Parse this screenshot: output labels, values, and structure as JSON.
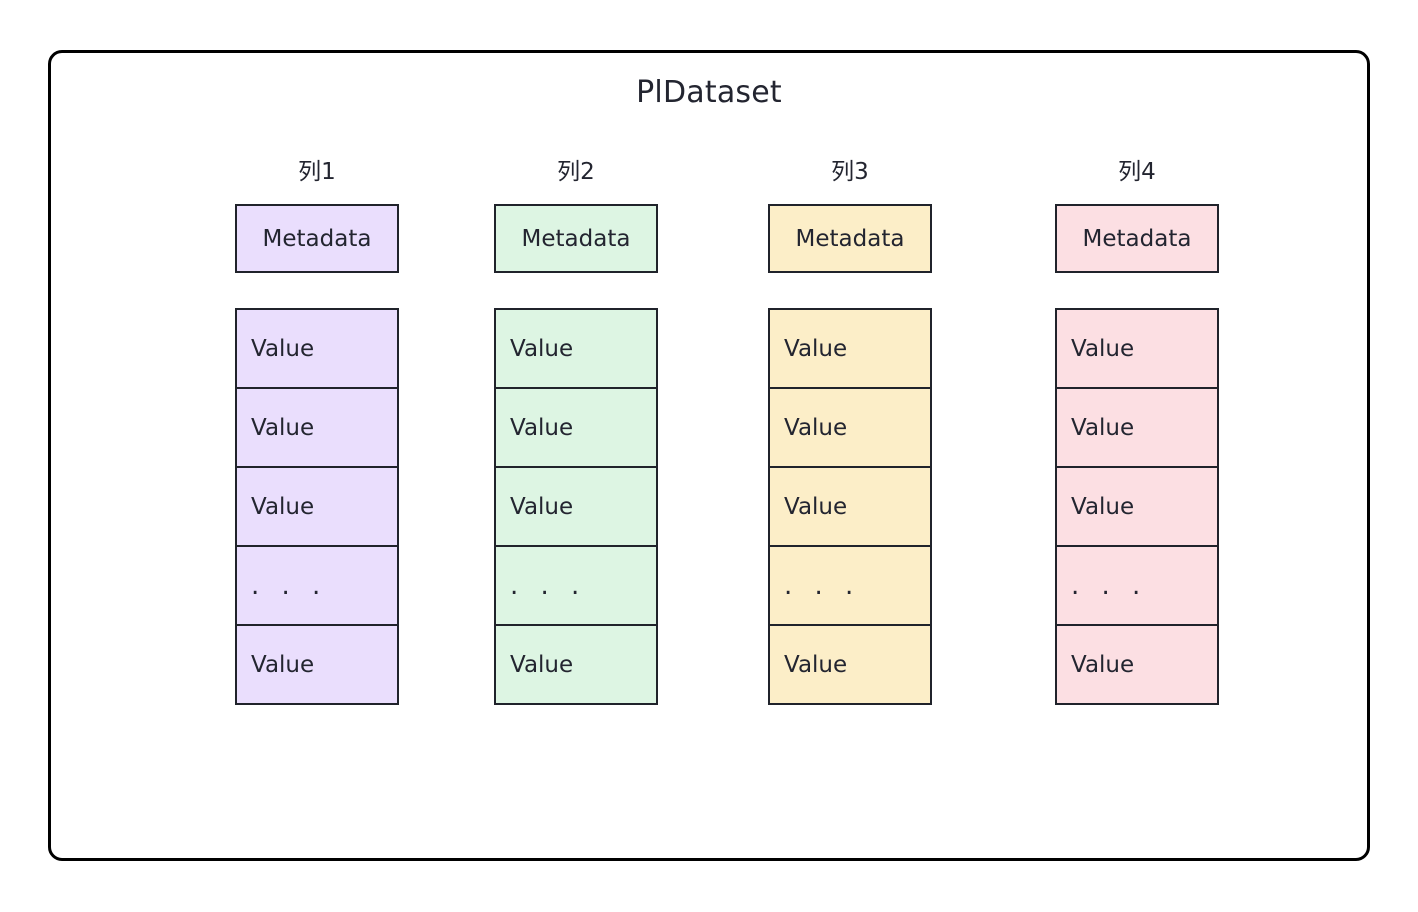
{
  "diagram": {
    "title": "PlDataset",
    "columns": [
      {
        "header": "列1",
        "metadata_label": "Metadata",
        "fill": "#eadefd",
        "fill_class": "fill-purple",
        "cells": [
          "Value",
          "Value",
          "Value",
          ". . .",
          "Value"
        ]
      },
      {
        "header": "列2",
        "metadata_label": "Metadata",
        "fill": "#ddf5e3",
        "fill_class": "fill-green",
        "cells": [
          "Value",
          "Value",
          "Value",
          ". . .",
          "Value"
        ]
      },
      {
        "header": "列3",
        "metadata_label": "Metadata",
        "fill": "#fceec8",
        "fill_class": "fill-yellow",
        "cells": [
          "Value",
          "Value",
          "Value",
          ". . .",
          "Value"
        ]
      },
      {
        "header": "列4",
        "metadata_label": "Metadata",
        "fill": "#fcdfe3",
        "fill_class": "fill-pink",
        "cells": [
          "Value",
          "Value",
          "Value",
          ". . .",
          "Value"
        ]
      }
    ],
    "style": {
      "frame_border_color": "#000000",
      "box_border_color": "#20232b",
      "text_color": "#232530",
      "background": "#ffffff"
    }
  }
}
